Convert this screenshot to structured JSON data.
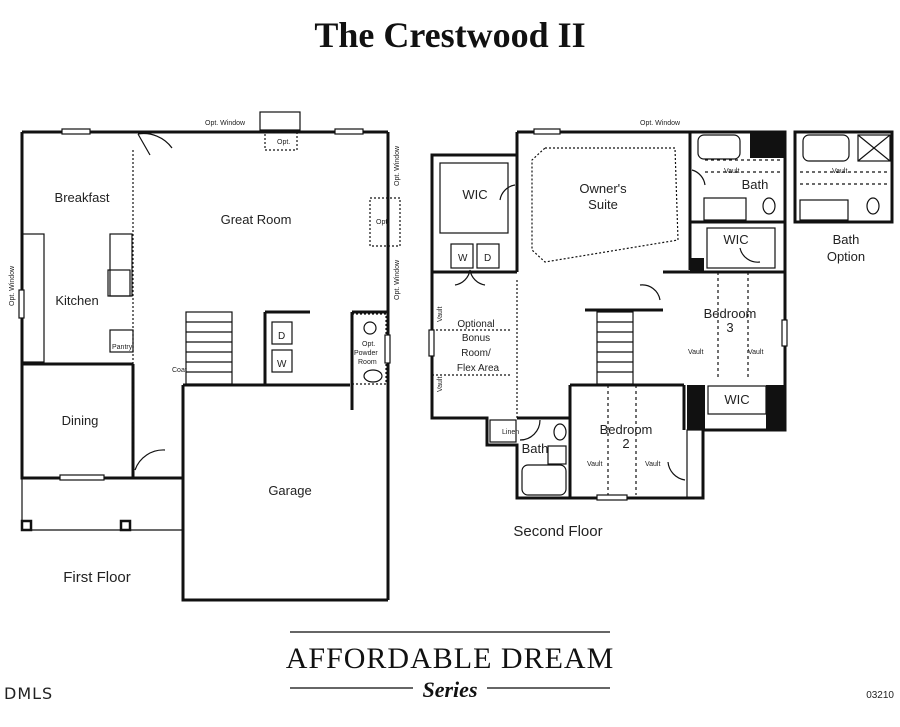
{
  "title": "The Crestwood II",
  "first_floor": {
    "caption": "First Floor",
    "rooms": {
      "breakfast": "Breakfast",
      "kitchen": "Kitchen",
      "pantry": "Pantry",
      "dining": "Dining",
      "great_room": "Great Room",
      "garage": "Garage",
      "coat": "Coat",
      "powder_opt": "Opt.",
      "powder_1": "Powder",
      "powder_2": "Room",
      "washer": "W",
      "dryer": "D"
    },
    "notes": {
      "opt_window_top": "Opt. Window",
      "opt_window_right_1": "Opt. Window",
      "opt_window_right_2": "Opt. Window",
      "opt_window_left": "Opt. Window",
      "opt_fireplace_top": "Opt.",
      "opt_fireplace_right": "Opt."
    }
  },
  "second_floor": {
    "caption": "Second Floor",
    "rooms": {
      "wic_left": "WIC",
      "owners_1": "Owner's",
      "owners_2": "Suite",
      "bath_top": "Bath",
      "wic_mid": "WIC",
      "bonus_1": "Optional",
      "bonus_2": "Bonus",
      "bonus_3": "Room/",
      "bonus_4": "Flex Area",
      "bedroom3_1": "Bedroom",
      "bedroom3_2": "3",
      "wic_right": "WIC",
      "bedroom2_1": "Bedroom",
      "bedroom2_2": "2",
      "linen": "Linen",
      "bath_lower": "Bath",
      "washer": "W",
      "dryer": "D"
    },
    "notes": {
      "opt_window_top": "Opt. Window",
      "vault": "Vault"
    }
  },
  "bath_option": {
    "label_1": "Bath",
    "label_2": "Option",
    "vault": "Vault"
  },
  "brand": {
    "name": "Affordable Dream",
    "series": "Series"
  },
  "footer": {
    "mls": "DMLS",
    "code": "03210"
  }
}
